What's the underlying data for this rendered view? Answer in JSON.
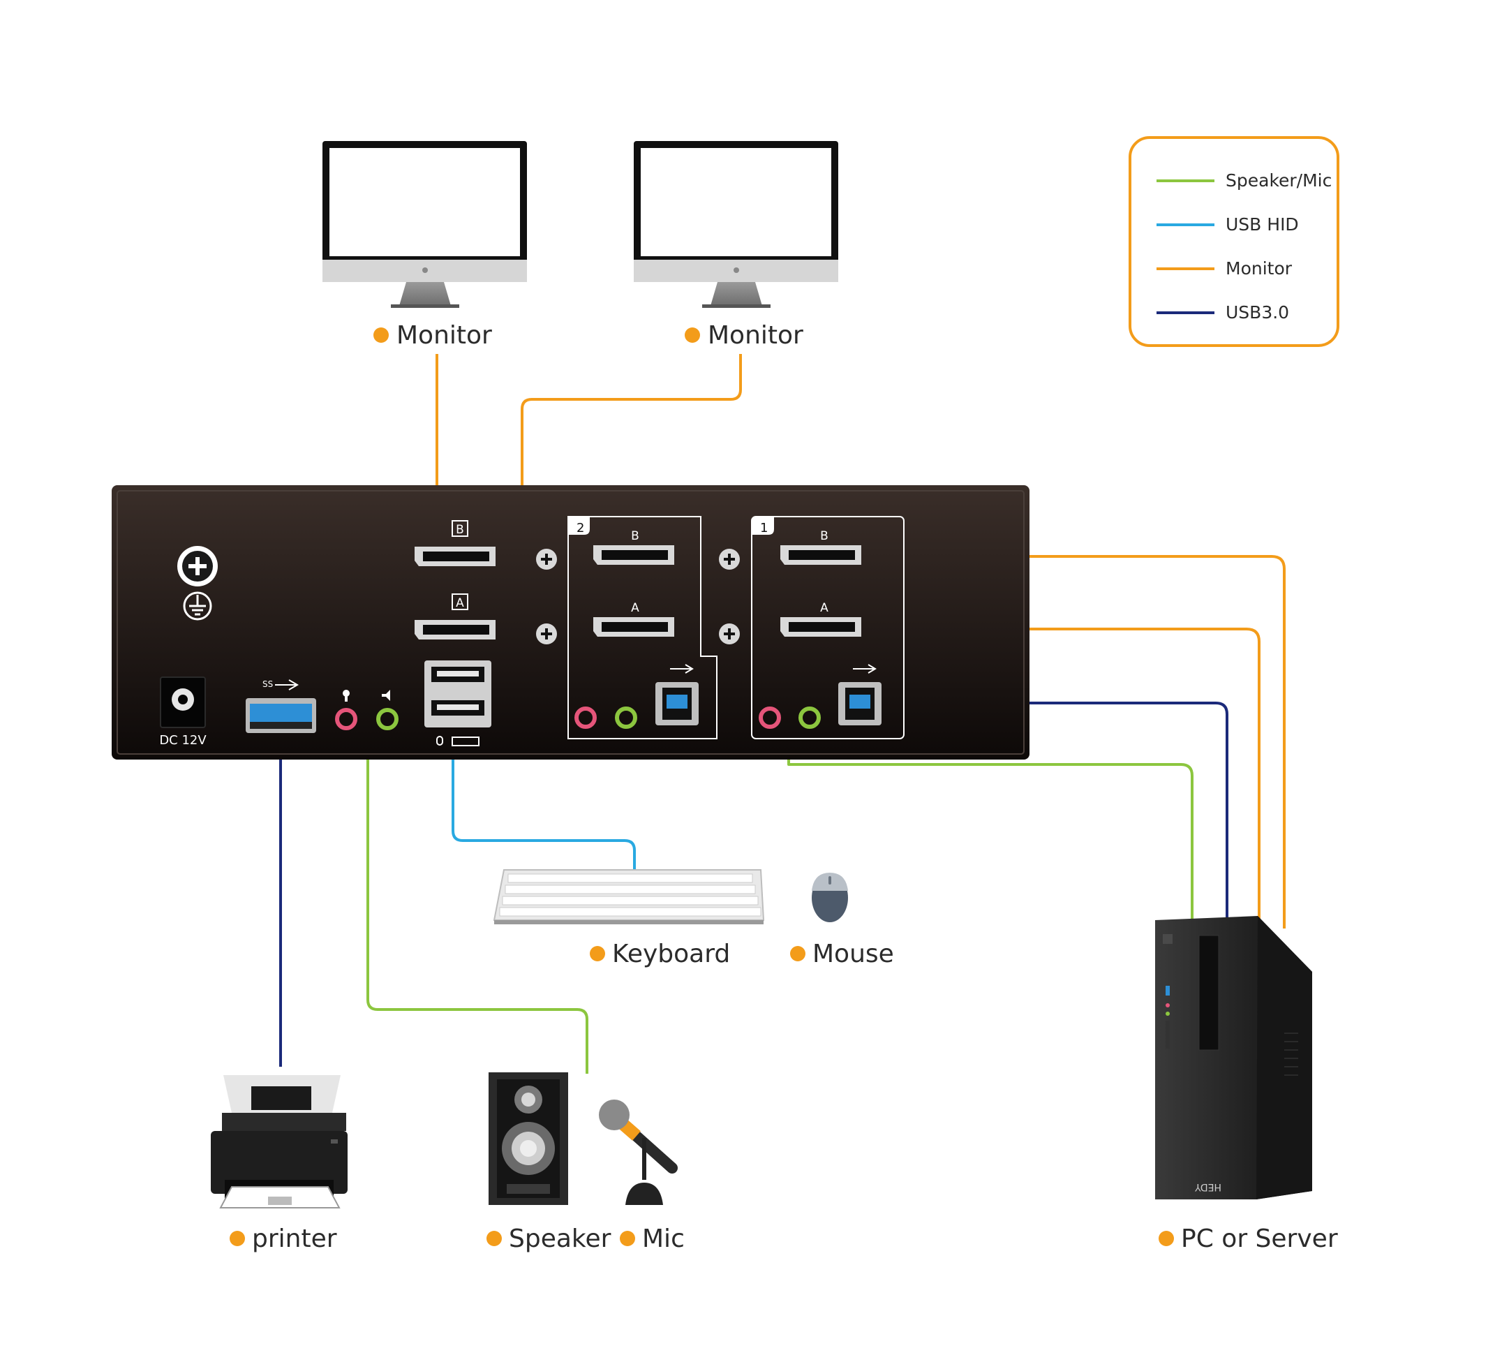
{
  "legend": {
    "items": [
      {
        "label": "Speaker/Mic",
        "color": "#8cc63f"
      },
      {
        "label": "USB HID",
        "color": "#29a9e1"
      },
      {
        "label": "Monitor",
        "color": "#f39c1a"
      },
      {
        "label": "USB3.0",
        "color": "#1b2a7a"
      }
    ],
    "border_color": "#f39c1a"
  },
  "devices": {
    "monitor_1": "Monitor",
    "monitor_2": "Monitor",
    "keyboard": "Keyboard",
    "mouse": "Mouse",
    "printer": "printer",
    "speaker": "Speaker",
    "mic": "Mic",
    "pc": "PC or Server"
  },
  "panel": {
    "dc_label": "DC 12V",
    "console_b": "B",
    "console_a": "A",
    "group2_number": "2",
    "group2_b": "B",
    "group2_a": "A",
    "group1_number": "1",
    "group1_b": "B",
    "group1_a": "A",
    "usb_logo": "SS",
    "pc_brand": "HEDY"
  },
  "colors": {
    "accent_dot": "#f39c1a",
    "panel": "#2a211e"
  }
}
